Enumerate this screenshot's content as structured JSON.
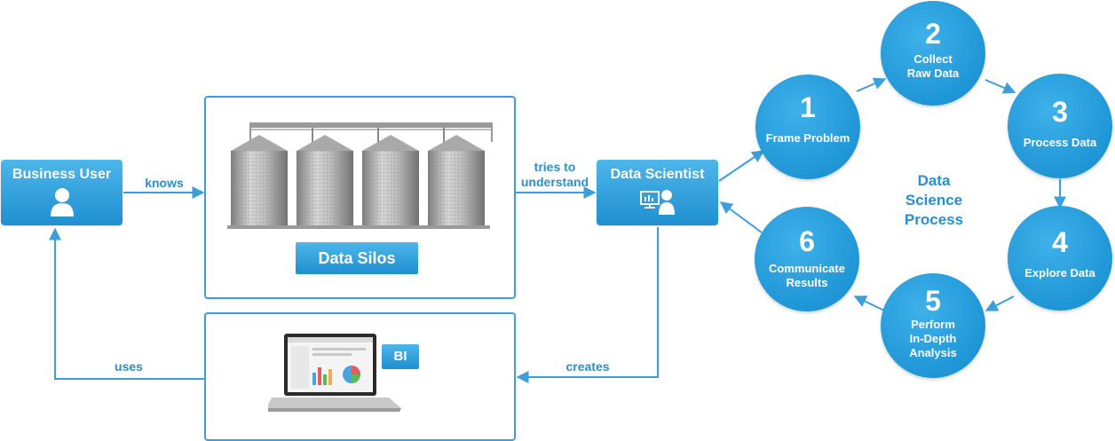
{
  "business_user": {
    "label": "Business User"
  },
  "data_scientist": {
    "label": "Data Scientist"
  },
  "data_silos": {
    "label": "Data Silos"
  },
  "bi": {
    "label": "BI"
  },
  "edges": {
    "knows": "knows",
    "tries_to": "tries to",
    "understand": "understand",
    "creates": "creates",
    "uses": "uses"
  },
  "process": {
    "title": "Data\nScience\nProcess",
    "steps": [
      {
        "num": "1",
        "caption": "Frame Problem"
      },
      {
        "num": "2",
        "caption": "Collect\nRaw Data"
      },
      {
        "num": "3",
        "caption": "Process Data"
      },
      {
        "num": "4",
        "caption": "Explore Data"
      },
      {
        "num": "5",
        "caption": "Perform\nIn-Depth\nAnalysis"
      },
      {
        "num": "6",
        "caption": "Communicate\nResults"
      }
    ]
  },
  "colors": {
    "accent": "#2a8fd0",
    "node_fill": "#2a9fe0",
    "line": "#3a9fdb"
  }
}
